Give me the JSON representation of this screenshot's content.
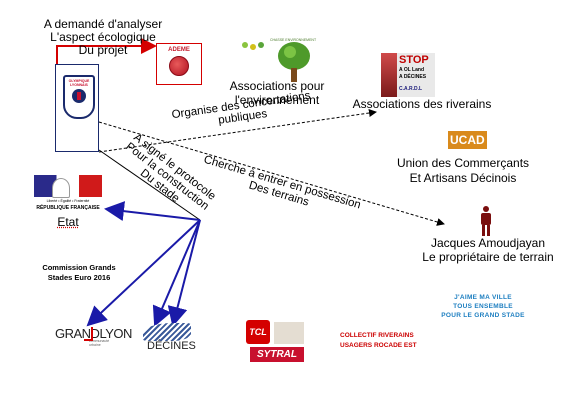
{
  "top_note": [
    "A demandé d'analyser",
    "L'aspect écologique",
    "Du projet"
  ],
  "ol": {
    "club_name": "OLYMPIQUE LYONNAIS"
  },
  "ademe": {
    "name": "ADEME"
  },
  "assoc_env": {
    "tag": "CHASSE ENVIRONNEMENT",
    "label": [
      "Associations pour",
      "l'environnement"
    ]
  },
  "riverains": {
    "logo": [
      "STOP",
      "A OL Land",
      "A DÉCINES",
      "C.A.R.D.L"
    ],
    "label": "Associations des riverains"
  },
  "ucad": {
    "logo": "UCAD",
    "label": [
      "Union des Commerçants",
      "Et Artisans Décinois"
    ]
  },
  "jacques": {
    "label": [
      "Jacques Amoudjayan",
      "Le propriétaire de terrain"
    ]
  },
  "etat": {
    "motto": "Liberté • Égalité • Fraternité",
    "country": "RÉPUBLIQUE FRANÇAISE",
    "label": "Etat"
  },
  "commission": [
    "Commission Grands",
    "Stades Euro 2016"
  ],
  "grandlyon": {
    "logo": "GRANDLYON",
    "tagline": "communauté urbaine"
  },
  "decines": {
    "logo": "DÉCINES"
  },
  "sytral": {
    "logo": "SYTRAL",
    "badge": "TCL"
  },
  "collectif": [
    "COLLECTIF RIVERAINS",
    "USAGERS ROCADE EST"
  ],
  "jaime": [
    "J'AIME MA VILLE",
    "TOUS ENSEMBLE",
    "POUR LE GRAND STADE"
  ],
  "edges": {
    "concertations": [
      "Organise des concertations",
      "publiques"
    ],
    "possession": [
      "Cherche à entrer en possession",
      "Des terrains"
    ],
    "protocole": [
      "A signé le protocole",
      "Pour la construction",
      "Du stade"
    ]
  },
  "colors": {
    "red": "#d40000",
    "blue": "#1a1aa8",
    "navy": "#1a2a6c",
    "ucad_orange": "#d98a1c",
    "collectif_red": "#cc0000",
    "jaime_blue": "#1c7ec0"
  }
}
